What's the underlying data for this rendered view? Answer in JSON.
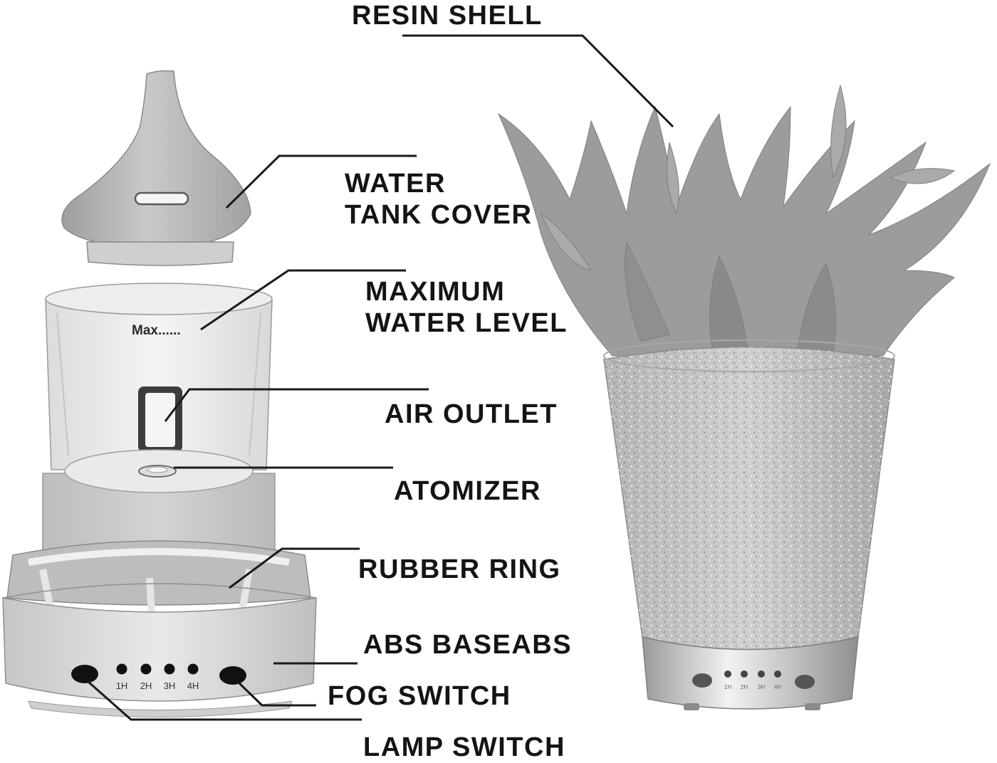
{
  "labels": {
    "resin_shell": "RESIN SHELL",
    "water_tank_cover_line1": "WATER",
    "water_tank_cover_line2": "TANK COVER",
    "max_water_level_line1": "MAXIMUM",
    "max_water_level_line2": "WATER LEVEL",
    "air_outlet": "AIR OUTLET",
    "atomizer": "ATOMIZER",
    "rubber_ring": "RUBBER RING",
    "abs_base": "ABS BASEABS",
    "fog_switch": "FOG SWITCH",
    "lamp_switch": "LAMP SWITCH"
  },
  "tank_marking": "Max......",
  "timer_labels": [
    "1H",
    "2H",
    "3H",
    "4H"
  ],
  "colors": {
    "text": "#141414",
    "line": "#1a1a1a",
    "product_gray": "#b8b8b8",
    "dark_gray": "#7a7a7a"
  }
}
